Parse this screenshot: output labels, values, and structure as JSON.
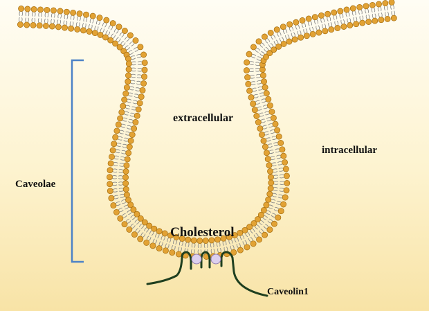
{
  "labels": {
    "extracellular": "extracellular",
    "intracellular": "intracellular",
    "caveolae": "Caveolae",
    "cholesterol": "Cholesterol",
    "caveolin": "Caveolin1"
  },
  "colors": {
    "lipid_head": "#e2a234",
    "lipid_head_stroke": "#a36d10",
    "lipid_tail": "#8a8a8a",
    "bracket": "#4c82c7",
    "cholesterol": "#ddd0ee",
    "protein": "#1f3f1f"
  }
}
